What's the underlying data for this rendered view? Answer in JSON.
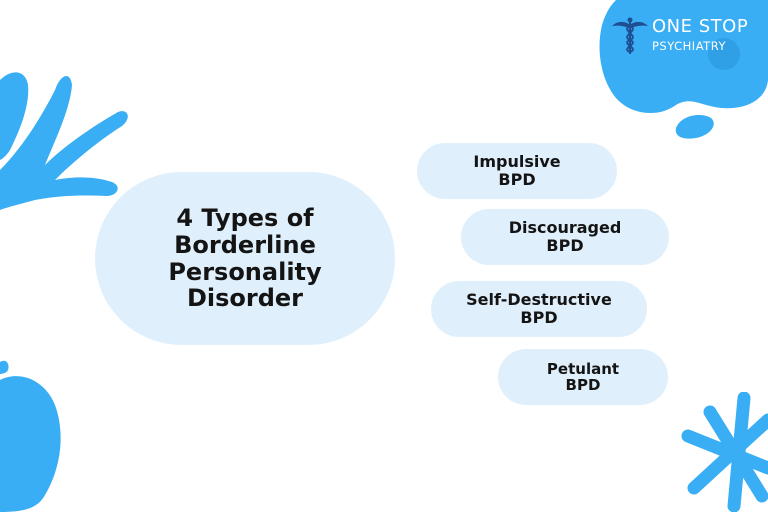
{
  "colors": {
    "accent": "#39aef5",
    "pill": "#dff0fc",
    "text": "#141414"
  },
  "logo": {
    "icon": "caduceus-icon",
    "line1": "ONE STOP",
    "line2": "PSYCHIATRY"
  },
  "title": {
    "lines": [
      "4 Types of",
      "Borderline",
      "Personality",
      "Disorder"
    ]
  },
  "types": [
    {
      "lines": [
        "Impulsive",
        "BPD"
      ]
    },
    {
      "lines": [
        "Discouraged",
        "BPD"
      ]
    },
    {
      "lines": [
        "Self-Destructive",
        "BPD"
      ]
    },
    {
      "lines": [
        "Petulant",
        "BPD"
      ]
    }
  ]
}
